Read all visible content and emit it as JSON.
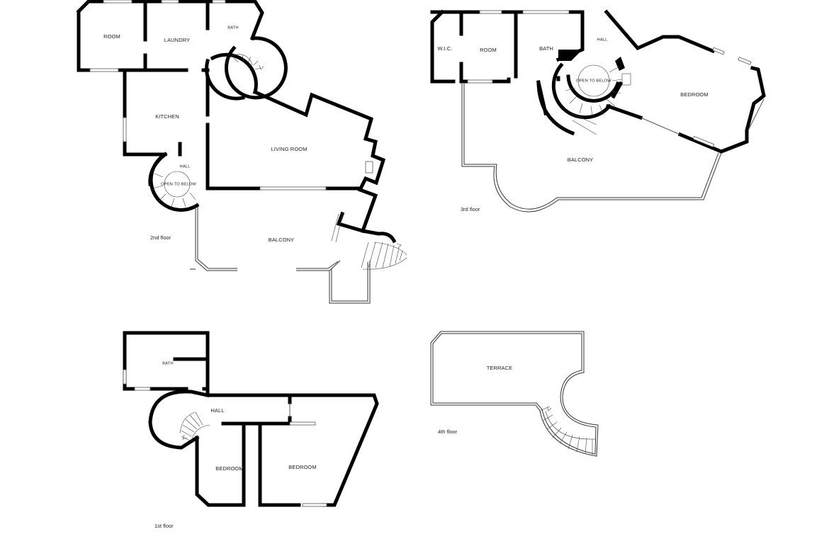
{
  "floors": [
    {
      "id": "second",
      "label": "2nd floor",
      "rooms": [
        "ROOM",
        "LAUNDRY",
        "BATH",
        "KITCHEN",
        "HALL",
        "OPEN TO BELOW",
        "LIVING ROOM",
        "BALCONY"
      ]
    },
    {
      "id": "third",
      "label": "3rd floor",
      "rooms": [
        "W.I.C.",
        "ROOM",
        "BATH",
        "HALL",
        "OPEN TO BELOW",
        "BEDROOM",
        "BALCONY"
      ]
    },
    {
      "id": "first",
      "label": "1st floor",
      "rooms": [
        "BATH",
        "HALL",
        "BEDROOM",
        "BEDROOM"
      ]
    },
    {
      "id": "fourth",
      "label": "4th floor",
      "rooms": [
        "TERRACE"
      ]
    }
  ],
  "colors": {
    "wall": "#000000",
    "background": "#ffffff",
    "text": "#222222"
  }
}
